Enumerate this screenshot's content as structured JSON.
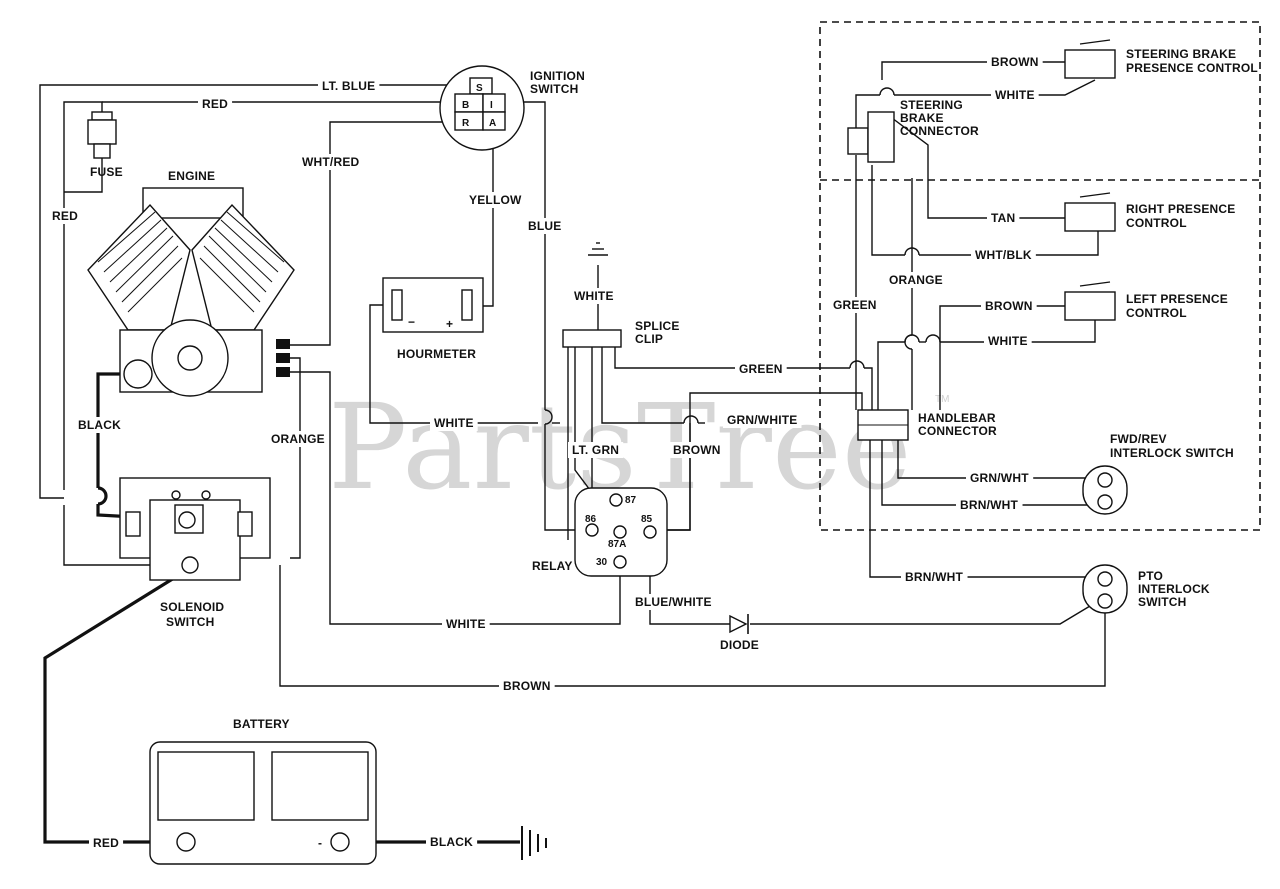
{
  "watermark": {
    "text": "PartsTree",
    "tm": "TM"
  },
  "components": {
    "ignition_switch": "IGNITION\nSWITCH",
    "ignition_terminals": {
      "s": "S",
      "b": "B",
      "i": "I",
      "r": "R",
      "a": "A"
    },
    "fuse": "FUSE",
    "engine": "ENGINE",
    "hourmeter": "HOURMETER",
    "hourmeter_minus": "−",
    "hourmeter_plus": "+",
    "splice_clip": "SPLICE\nCLIP",
    "relay": "RELAY",
    "relay_pins": {
      "p87": "87",
      "p86": "86",
      "p85": "85",
      "p87a": "87A",
      "p30": "30"
    },
    "solenoid_switch": "SOLENOID\nSWITCH",
    "battery": "BATTERY",
    "battery_neg": "-",
    "steering_brake_presence": "STEERING BRAKE\nPRESENCE CONTROL",
    "steering_brake_connector": "STEERING\nBRAKE\nCONNECTOR",
    "right_presence": "RIGHT PRESENCE\nCONTROL",
    "left_presence": "LEFT PRESENCE\nCONTROL",
    "handlebar_connector": "HANDLEBAR\nCONNECTOR",
    "fwd_rev_switch": "FWD/REV\nINTERLOCK SWITCH",
    "pto_switch": "PTO\nINTERLOCK\nSWITCH",
    "diode": "DIODE"
  },
  "wires": {
    "lt_blue": "LT. BLUE",
    "red_top": "RED",
    "red_left": "RED",
    "wht_red": "WHT/RED",
    "yellow": "YELLOW",
    "blue": "BLUE",
    "white_ground": "WHITE",
    "black_engine": "BLACK",
    "orange_engine": "ORANGE",
    "white_hourmeter": "WHITE",
    "lt_grn": "LT. GRN",
    "brown_relay": "BROWN",
    "green_splice": "GREEN",
    "grn_white": "GRN/WHITE",
    "white_bottom": "WHITE",
    "blue_white": "BLUE/WHITE",
    "brown_bottom": "BROWN",
    "red_battery": "RED",
    "black_battery": "BLACK",
    "brown_steering": "BROWN",
    "white_steering": "WHITE",
    "tan": "TAN",
    "wht_blk": "WHT/BLK",
    "orange_right": "ORANGE",
    "green_right": "GREEN",
    "brown_left": "BROWN",
    "white_left": "WHITE",
    "grn_wht": "GRN/WHT",
    "brn_wht_fwd": "BRN/WHT",
    "brn_wht_pto": "BRN/WHT"
  }
}
